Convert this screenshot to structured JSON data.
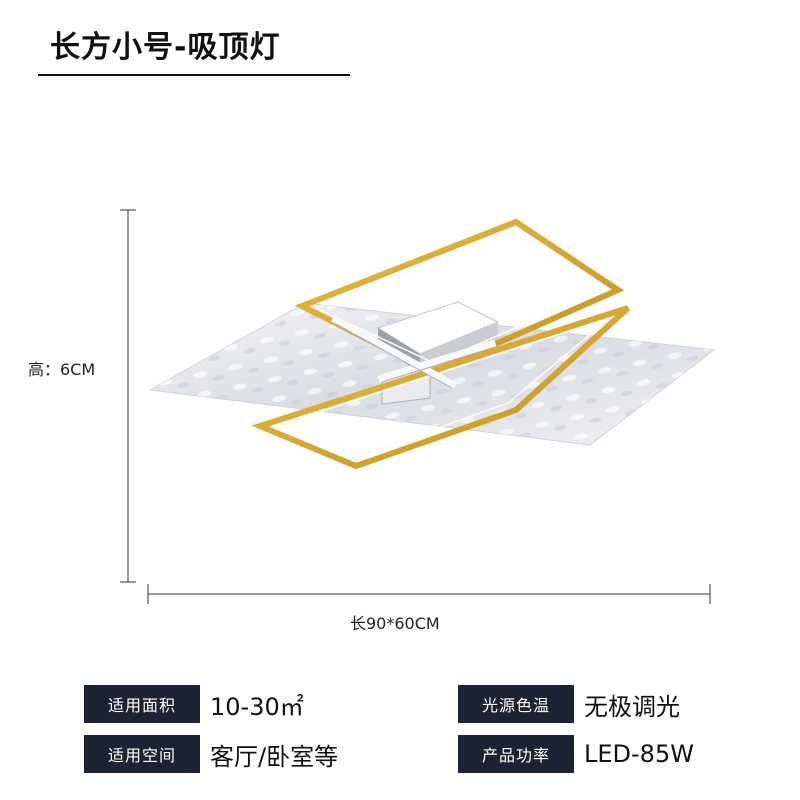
{
  "title": "长方小号-吸顶灯",
  "dimensions": {
    "height_label": "高：6CM",
    "size_label": "长90*60CM"
  },
  "specs": [
    {
      "key": "适用面积",
      "value": "10-30㎡"
    },
    {
      "key": "适用空间",
      "value": "客厅/卧室等"
    },
    {
      "key": "光源色温",
      "value": "无极调光"
    },
    {
      "key": "产品功率",
      "value": "LED-85W"
    }
  ],
  "colors": {
    "gold_frame": "#d4a52b",
    "spec_badge": "#1e2333"
  }
}
